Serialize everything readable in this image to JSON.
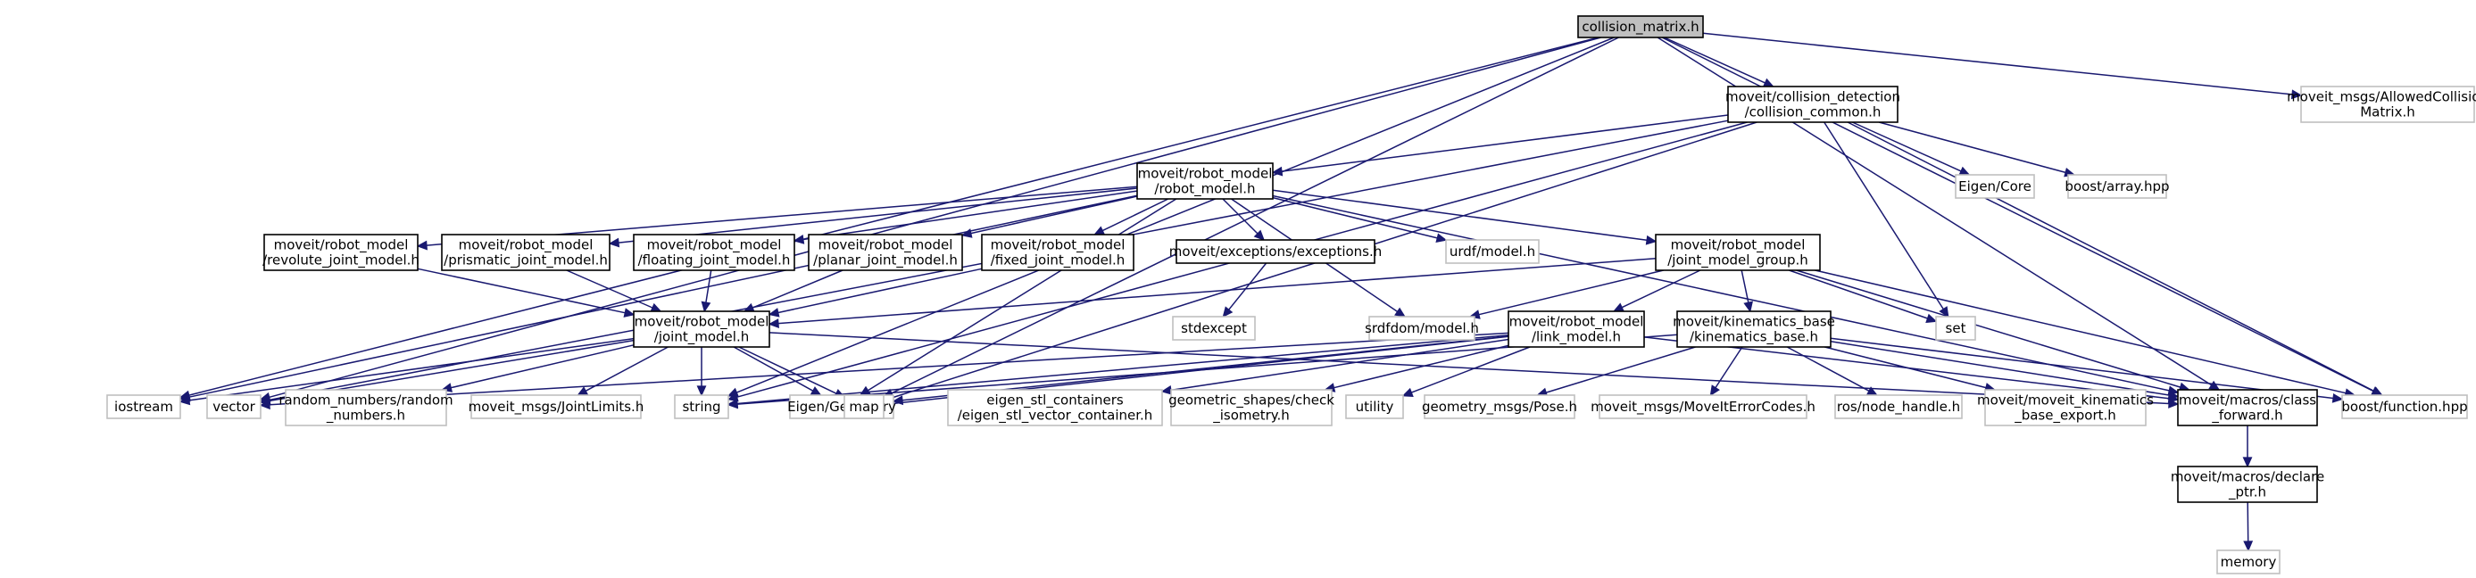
{
  "graph": {
    "colors": {
      "root_fill": "#bfbfbf",
      "documented_border": "#000000",
      "external_border": "#bfbfbf",
      "edge": "#191970",
      "text": "#000000"
    },
    "nodes": [
      {
        "id": "collision_matrix",
        "kind": "root",
        "lines": [
          "collision_matrix.h"
        ]
      },
      {
        "id": "collision_common",
        "kind": "doc",
        "lines": [
          "moveit/collision_detection",
          "/collision_common.h"
        ]
      },
      {
        "id": "allowed_collision",
        "kind": "ext",
        "lines": [
          "moveit_msgs/AllowedCollision",
          "Matrix.h"
        ]
      },
      {
        "id": "robot_model",
        "kind": "doc",
        "lines": [
          "moveit/robot_model",
          "/robot_model.h"
        ]
      },
      {
        "id": "eigen_core",
        "kind": "ext",
        "lines": [
          "Eigen/Core"
        ]
      },
      {
        "id": "boost_array",
        "kind": "ext",
        "lines": [
          "boost/array.hpp"
        ]
      },
      {
        "id": "revolute",
        "kind": "doc",
        "lines": [
          "moveit/robot_model",
          "/revolute_joint_model.h"
        ]
      },
      {
        "id": "prismatic",
        "kind": "doc",
        "lines": [
          "moveit/robot_model",
          "/prismatic_joint_model.h"
        ]
      },
      {
        "id": "floating",
        "kind": "doc",
        "lines": [
          "moveit/robot_model",
          "/floating_joint_model.h"
        ]
      },
      {
        "id": "planar",
        "kind": "doc",
        "lines": [
          "moveit/robot_model",
          "/planar_joint_model.h"
        ]
      },
      {
        "id": "fixed",
        "kind": "doc",
        "lines": [
          "moveit/robot_model",
          "/fixed_joint_model.h"
        ]
      },
      {
        "id": "exceptions",
        "kind": "doc",
        "lines": [
          "moveit/exceptions/exceptions.h"
        ]
      },
      {
        "id": "urdf_model",
        "kind": "ext",
        "lines": [
          "urdf/model.h"
        ]
      },
      {
        "id": "joint_model_group",
        "kind": "doc",
        "lines": [
          "moveit/robot_model",
          "/joint_model_group.h"
        ]
      },
      {
        "id": "stdexcept",
        "kind": "ext",
        "lines": [
          "stdexcept"
        ]
      },
      {
        "id": "srdfdom",
        "kind": "ext",
        "lines": [
          "srdfdom/model.h"
        ]
      },
      {
        "id": "set",
        "kind": "ext",
        "lines": [
          "set"
        ]
      },
      {
        "id": "joint_model",
        "kind": "doc",
        "lines": [
          "moveit/robot_model",
          "/joint_model.h"
        ]
      },
      {
        "id": "link_model",
        "kind": "doc",
        "lines": [
          "moveit/robot_model",
          "/link_model.h"
        ]
      },
      {
        "id": "kinematics_base",
        "kind": "doc",
        "lines": [
          "moveit/kinematics_base",
          "/kinematics_base.h"
        ]
      },
      {
        "id": "iostream",
        "kind": "ext",
        "lines": [
          "iostream"
        ]
      },
      {
        "id": "vector",
        "kind": "ext",
        "lines": [
          "vector"
        ]
      },
      {
        "id": "random_numbers",
        "kind": "ext",
        "lines": [
          "random_numbers/random",
          "_numbers.h"
        ]
      },
      {
        "id": "joint_limits",
        "kind": "ext",
        "lines": [
          "moveit_msgs/JointLimits.h"
        ]
      },
      {
        "id": "string",
        "kind": "ext",
        "lines": [
          "string"
        ]
      },
      {
        "id": "eigen_geometry",
        "kind": "ext",
        "lines": [
          "Eigen/Geometry"
        ]
      },
      {
        "id": "map",
        "kind": "ext",
        "lines": [
          "map"
        ]
      },
      {
        "id": "eigen_stl",
        "kind": "ext",
        "lines": [
          "eigen_stl_containers",
          "/eigen_stl_vector_container.h"
        ]
      },
      {
        "id": "geometric_shapes",
        "kind": "ext",
        "lines": [
          "geometric_shapes/check",
          "_isometry.h"
        ]
      },
      {
        "id": "utility",
        "kind": "ext",
        "lines": [
          "utility"
        ]
      },
      {
        "id": "geometry_pose",
        "kind": "ext",
        "lines": [
          "geometry_msgs/Pose.h"
        ]
      },
      {
        "id": "moveit_error",
        "kind": "ext",
        "lines": [
          "moveit_msgs/MoveItErrorCodes.h"
        ]
      },
      {
        "id": "ros_node",
        "kind": "ext",
        "lines": [
          "ros/node_handle.h"
        ]
      },
      {
        "id": "kin_export",
        "kind": "ext",
        "lines": [
          "moveit/moveit_kinematics",
          "_base_export.h"
        ]
      },
      {
        "id": "class_forward",
        "kind": "doc",
        "lines": [
          "moveit/macros/class",
          "_forward.h"
        ]
      },
      {
        "id": "boost_function",
        "kind": "ext",
        "lines": [
          "boost/function.hpp"
        ]
      },
      {
        "id": "declare_ptr",
        "kind": "doc",
        "lines": [
          "moveit/macros/declare",
          "_ptr.h"
        ]
      },
      {
        "id": "memory",
        "kind": "ext",
        "lines": [
          "memory"
        ]
      }
    ],
    "edges": [
      [
        "collision_matrix",
        "collision_common"
      ],
      [
        "collision_matrix",
        "allowed_collision"
      ],
      [
        "collision_matrix",
        "iostream"
      ],
      [
        "collision_matrix",
        "vector"
      ],
      [
        "collision_matrix",
        "string"
      ],
      [
        "collision_matrix",
        "map"
      ],
      [
        "collision_matrix",
        "class_forward"
      ],
      [
        "collision_matrix",
        "boost_function"
      ],
      [
        "collision_common",
        "robot_model"
      ],
      [
        "collision_common",
        "eigen_core"
      ],
      [
        "collision_common",
        "boost_array"
      ],
      [
        "collision_common",
        "set"
      ],
      [
        "collision_common",
        "string"
      ],
      [
        "collision_common",
        "vector"
      ],
      [
        "collision_common",
        "map"
      ],
      [
        "collision_common",
        "boost_function"
      ],
      [
        "robot_model",
        "revolute"
      ],
      [
        "robot_model",
        "prismatic"
      ],
      [
        "robot_model",
        "floating"
      ],
      [
        "robot_model",
        "planar"
      ],
      [
        "robot_model",
        "fixed"
      ],
      [
        "robot_model",
        "exceptions"
      ],
      [
        "robot_model",
        "urdf_model"
      ],
      [
        "robot_model",
        "srdfdom"
      ],
      [
        "robot_model",
        "joint_model_group"
      ],
      [
        "robot_model",
        "iostream"
      ],
      [
        "robot_model",
        "eigen_geometry"
      ],
      [
        "robot_model",
        "class_forward"
      ],
      [
        "revolute",
        "joint_model"
      ],
      [
        "prismatic",
        "joint_model"
      ],
      [
        "floating",
        "joint_model"
      ],
      [
        "planar",
        "joint_model"
      ],
      [
        "fixed",
        "joint_model"
      ],
      [
        "exceptions",
        "stdexcept"
      ],
      [
        "joint_model_group",
        "joint_model"
      ],
      [
        "joint_model_group",
        "link_model"
      ],
      [
        "joint_model_group",
        "kinematics_base"
      ],
      [
        "joint_model_group",
        "srdfdom"
      ],
      [
        "joint_model_group",
        "set"
      ],
      [
        "joint_model_group",
        "boost_function"
      ],
      [
        "joint_model_group",
        "class_forward"
      ],
      [
        "joint_model",
        "iostream"
      ],
      [
        "joint_model",
        "vector"
      ],
      [
        "joint_model",
        "random_numbers"
      ],
      [
        "joint_model",
        "joint_limits"
      ],
      [
        "joint_model",
        "string"
      ],
      [
        "joint_model",
        "eigen_geometry"
      ],
      [
        "joint_model",
        "map"
      ],
      [
        "joint_model",
        "class_forward"
      ],
      [
        "link_model",
        "string"
      ],
      [
        "link_model",
        "vector"
      ],
      [
        "link_model",
        "map"
      ],
      [
        "link_model",
        "utility"
      ],
      [
        "link_model",
        "eigen_stl"
      ],
      [
        "link_model",
        "geometric_shapes"
      ],
      [
        "link_model",
        "eigen_geometry"
      ],
      [
        "link_model",
        "class_forward"
      ],
      [
        "kinematics_base",
        "geometry_pose"
      ],
      [
        "kinematics_base",
        "moveit_error"
      ],
      [
        "kinematics_base",
        "ros_node"
      ],
      [
        "kinematics_base",
        "kin_export"
      ],
      [
        "kinematics_base",
        "boost_function"
      ],
      [
        "kinematics_base",
        "string"
      ],
      [
        "kinematics_base",
        "class_forward"
      ],
      [
        "class_forward",
        "declare_ptr"
      ],
      [
        "declare_ptr",
        "memory"
      ]
    ]
  }
}
